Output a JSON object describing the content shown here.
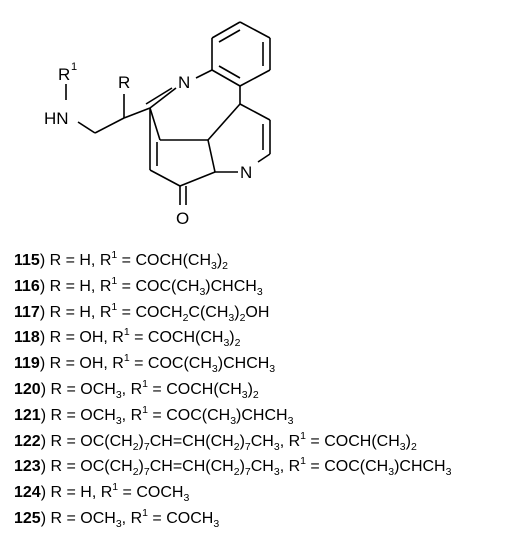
{
  "structure": {
    "atom_labels": {
      "n_acridine": "N",
      "n_pyridine": "N",
      "oxygen": "O",
      "amine": "HN",
      "r1": "R",
      "r1_superscript": "1",
      "r_substituent": "R"
    }
  },
  "compounds": [
    {
      "id": "115",
      "parts": [
        ") R = H, R",
        "1",
        " = COCH(CH",
        "3",
        ")",
        "2"
      ]
    },
    {
      "id": "116",
      "parts": [
        ") R = H, R",
        "1",
        " = COC(CH",
        "3",
        ")CHCH",
        "3"
      ]
    },
    {
      "id": "117",
      "parts": [
        ") R = H, R",
        "1",
        " = COCH",
        "2",
        "C(CH",
        "3",
        ")",
        "2",
        "OH"
      ]
    },
    {
      "id": "118",
      "parts": [
        ") R = OH, R",
        "1",
        " = COCH(CH",
        "3",
        ")",
        "2"
      ]
    },
    {
      "id": "119",
      "parts": [
        ") R = OH, R",
        "1",
        " = COC(CH",
        "3",
        ")CHCH",
        "3"
      ]
    },
    {
      "id": "120",
      "parts": [
        ") R = OCH",
        "3",
        ", R",
        "1",
        " = COCH(CH",
        "3",
        ")",
        "2"
      ]
    },
    {
      "id": "121",
      "parts": [
        ") R = OCH",
        "3",
        ", R",
        "1",
        " = COC(CH",
        "3",
        ")CHCH",
        "3"
      ]
    },
    {
      "id": "122",
      "parts": [
        ")  R = OC(CH",
        "2",
        ")",
        "7",
        "CH=CH(CH",
        "2",
        ")",
        "7",
        "CH",
        "3",
        ", R",
        "1",
        " = COCH(CH",
        "3",
        ")",
        "2"
      ]
    },
    {
      "id": "123",
      "parts": [
        ") R = OC(CH",
        "2",
        ")",
        "7",
        "CH=CH(CH",
        "2",
        ")",
        "7",
        "CH",
        "3",
        ", R",
        "1",
        " = COC(CH",
        "3",
        ")CHCH",
        "3"
      ]
    },
    {
      "id": "124",
      "parts": [
        ") R = H, R",
        "1",
        " = COCH",
        "3"
      ]
    },
    {
      "id": "125",
      "parts": [
        ") R = OCH",
        "3",
        ", R",
        "1",
        " = COCH",
        "3"
      ]
    }
  ]
}
